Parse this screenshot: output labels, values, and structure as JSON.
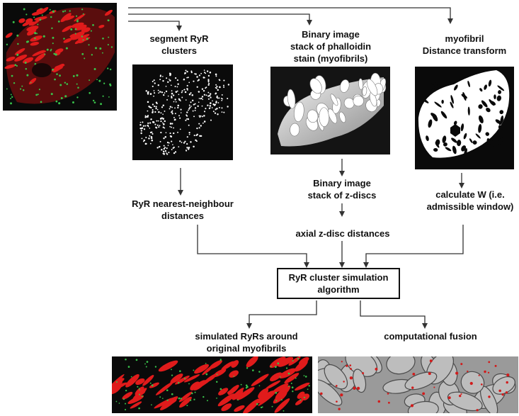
{
  "steps": {
    "segment": "segment RyR\nclusters",
    "binary_phalloidin": "Binary image\nstack of phalloidin\nstain (myofibrils)",
    "distance_transform": "myofibril\nDistance transform",
    "nn_distances": "RyR nearest-neighbour\ndistances",
    "binary_zdiscs": "Binary image\nstack of z-discs",
    "calc_w": "calculate W (i.e.\nadmissible window)",
    "axial": "axial z-disc distances",
    "algorithm": "RyR cluster simulation\nalgorithm",
    "simulated": "simulated RyRs around\noriginal myofibrils",
    "fusion": "computational fusion"
  },
  "colors": {
    "arrow": "#333333",
    "myofibril_red": "#e01b1b",
    "ryr_green": "#39c24a",
    "background_dark": "#0a0a0a",
    "fusion_gray": "#9a9a9a"
  }
}
